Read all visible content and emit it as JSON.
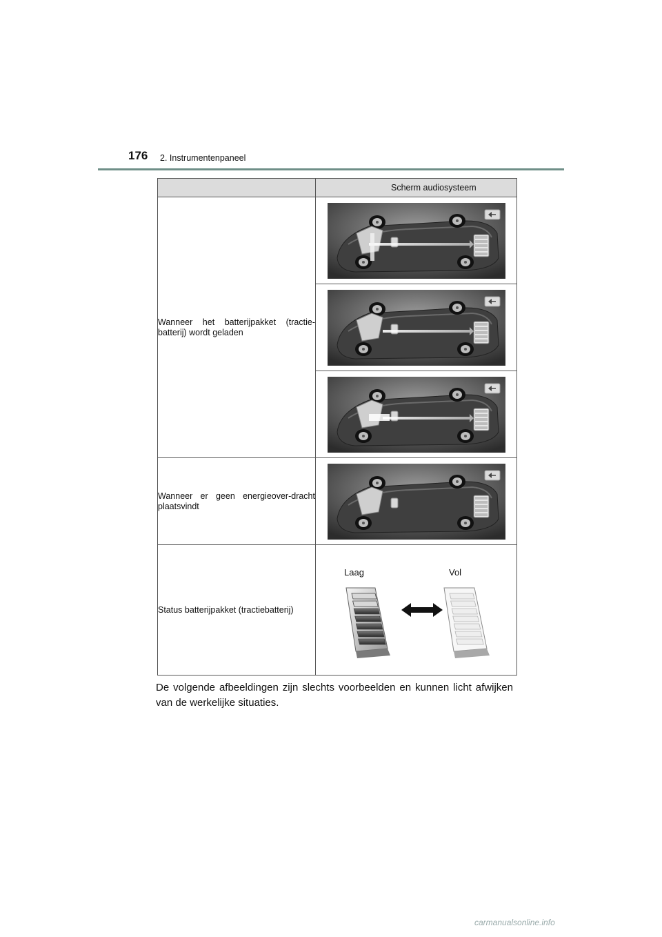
{
  "header": {
    "page_number": "176",
    "section": "2. Instrumentenpaneel"
  },
  "table": {
    "column_header": "Scherm audiosysteem",
    "rows": [
      {
        "label": "Wanneer het batterijpakket (tractie-batterij) wordt geladen"
      },
      {
        "label": "Wanneer er geen energieover-dracht plaatsvindt"
      },
      {
        "label": "Status batterijpakket (tractiebatterij)",
        "low_label": "Laag",
        "full_label": "Vol"
      }
    ]
  },
  "caption": "De volgende afbeeldingen zijn slechts voorbeelden en kunnen licht afwijken van de werkelijke situaties.",
  "watermark": "carmanualsonline.info"
}
